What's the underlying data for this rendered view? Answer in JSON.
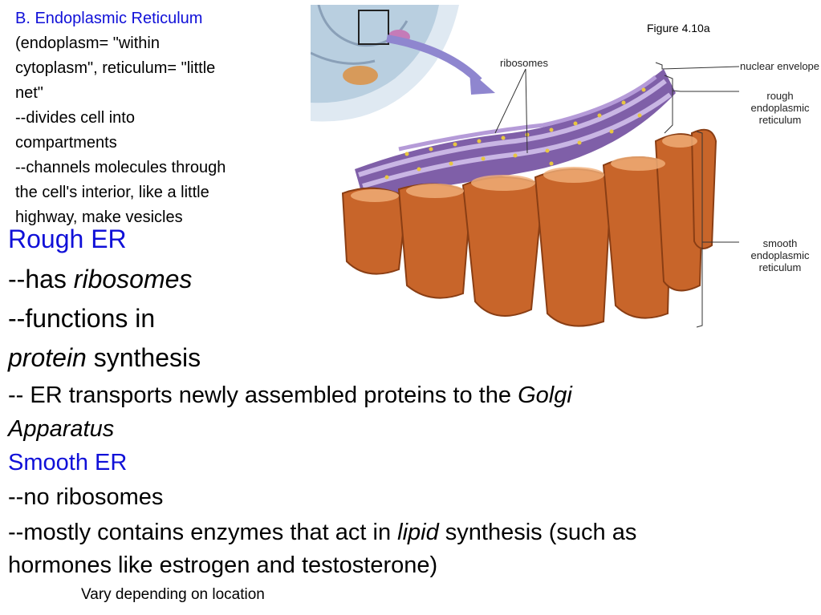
{
  "intro": {
    "heading": "B. Endoplasmic Reticulum",
    "lines": [
      "(endoplasm= \"within",
      "cytoplasm\", reticulum= \"little",
      "net\"",
      "--divides cell into",
      "compartments",
      "--channels molecules through",
      "the cell's interior, like a little",
      "highway, make vesicles"
    ]
  },
  "figure": {
    "caption": "Figure 4.10a",
    "labels": {
      "ribosomes": "ribosomes",
      "nuclear_envelope": "nuclear envelope",
      "rough_er": [
        "rough",
        "endoplasmic",
        "reticulum"
      ],
      "smooth_er": [
        "smooth",
        "endoplasmic",
        "reticulum"
      ]
    }
  },
  "rough": {
    "title": "Rough ER",
    "has_prefix": "--has ",
    "has_em": "ribosomes",
    "functions": "--functions in",
    "protein_em": "protein",
    "protein_rest": " synthesis",
    "transport_prefix": "-- ER transports newly assembled proteins to the ",
    "transport_em1": "Golgi",
    "transport_em2": "Apparatus"
  },
  "smooth": {
    "title": "Smooth ER",
    "no_ribosomes": "--no ribosomes",
    "lipid_prefix": "--mostly contains enzymes that act in ",
    "lipid_em": "lipid",
    "lipid_rest": " synthesis (such as",
    "hormones": "hormones like estrogen and testosterone)"
  },
  "footnote": "Vary depending on location",
  "colors": {
    "accent_blue": "#1010d8",
    "rough_er_purple": "#9a7bc0",
    "smooth_er_orange": "#c8652a",
    "ribosome_yellow": "#e8c640"
  }
}
